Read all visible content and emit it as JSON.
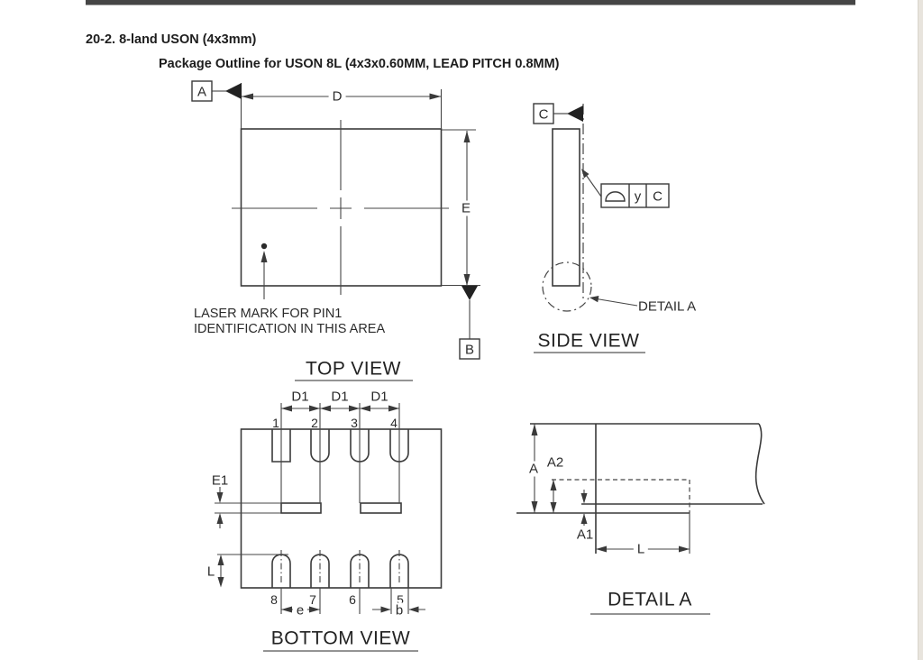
{
  "page": {
    "section_title": "20-2. 8-land USON (4x3mm)",
    "subtitle": "Package Outline for USON 8L (4x3x0.60MM, LEAD PITCH 0.8MM)"
  },
  "top_view": {
    "title": "TOP VIEW",
    "datum_a": "A",
    "datum_b": "B",
    "dim_d": "D",
    "dim_e": "E",
    "laser_note_line1": "LASER MARK FOR PIN1",
    "laser_note_line2": "IDENTIFICATION IN THIS AREA"
  },
  "side_view": {
    "title": "SIDE VIEW",
    "datum_c": "C",
    "fcf": {
      "symbol_name": "profile-of-surface",
      "tolerance": "y",
      "datum": "C"
    },
    "detail_callout": "DETAIL A"
  },
  "bottom_view": {
    "title": "BOTTOM VIEW",
    "dim_d1": "D1",
    "dim_e1": "E1",
    "dim_l": "L",
    "dim_e": "e",
    "dim_b": "b",
    "pins_top": [
      "1",
      "2",
      "3",
      "4"
    ],
    "pins_bottom": [
      "8",
      "7",
      "6",
      "5"
    ]
  },
  "detail_a": {
    "title": "DETAIL A",
    "dim_a": "A",
    "dim_a2": "A2",
    "dim_a1": "A1",
    "dim_l": "L"
  },
  "colors": {
    "line": "#3a3a3a",
    "text": "#262626",
    "page_edge": "#e8e4dd"
  }
}
